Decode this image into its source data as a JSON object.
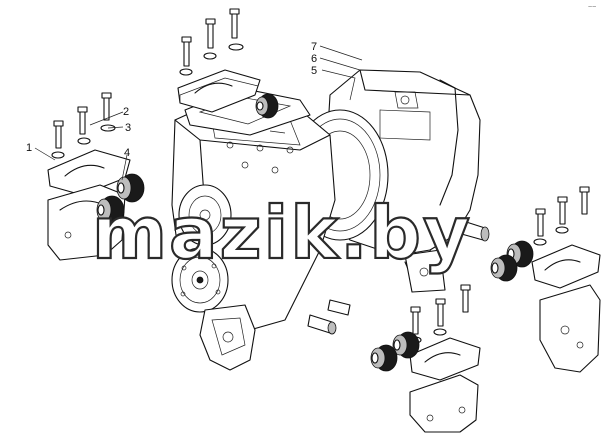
{
  "diagram": {
    "callouts": [
      {
        "id": "c1",
        "label": "1"
      },
      {
        "id": "c2",
        "label": "2"
      },
      {
        "id": "c3",
        "label": "3"
      },
      {
        "id": "c4",
        "label": "4"
      },
      {
        "id": "c5",
        "label": "5"
      },
      {
        "id": "c6",
        "label": "6"
      },
      {
        "id": "c7",
        "label": "7"
      }
    ],
    "watermark": "mazik.by",
    "corner_mark": "~~"
  },
  "colors": {
    "line": "#111111",
    "background": "#ffffff"
  }
}
